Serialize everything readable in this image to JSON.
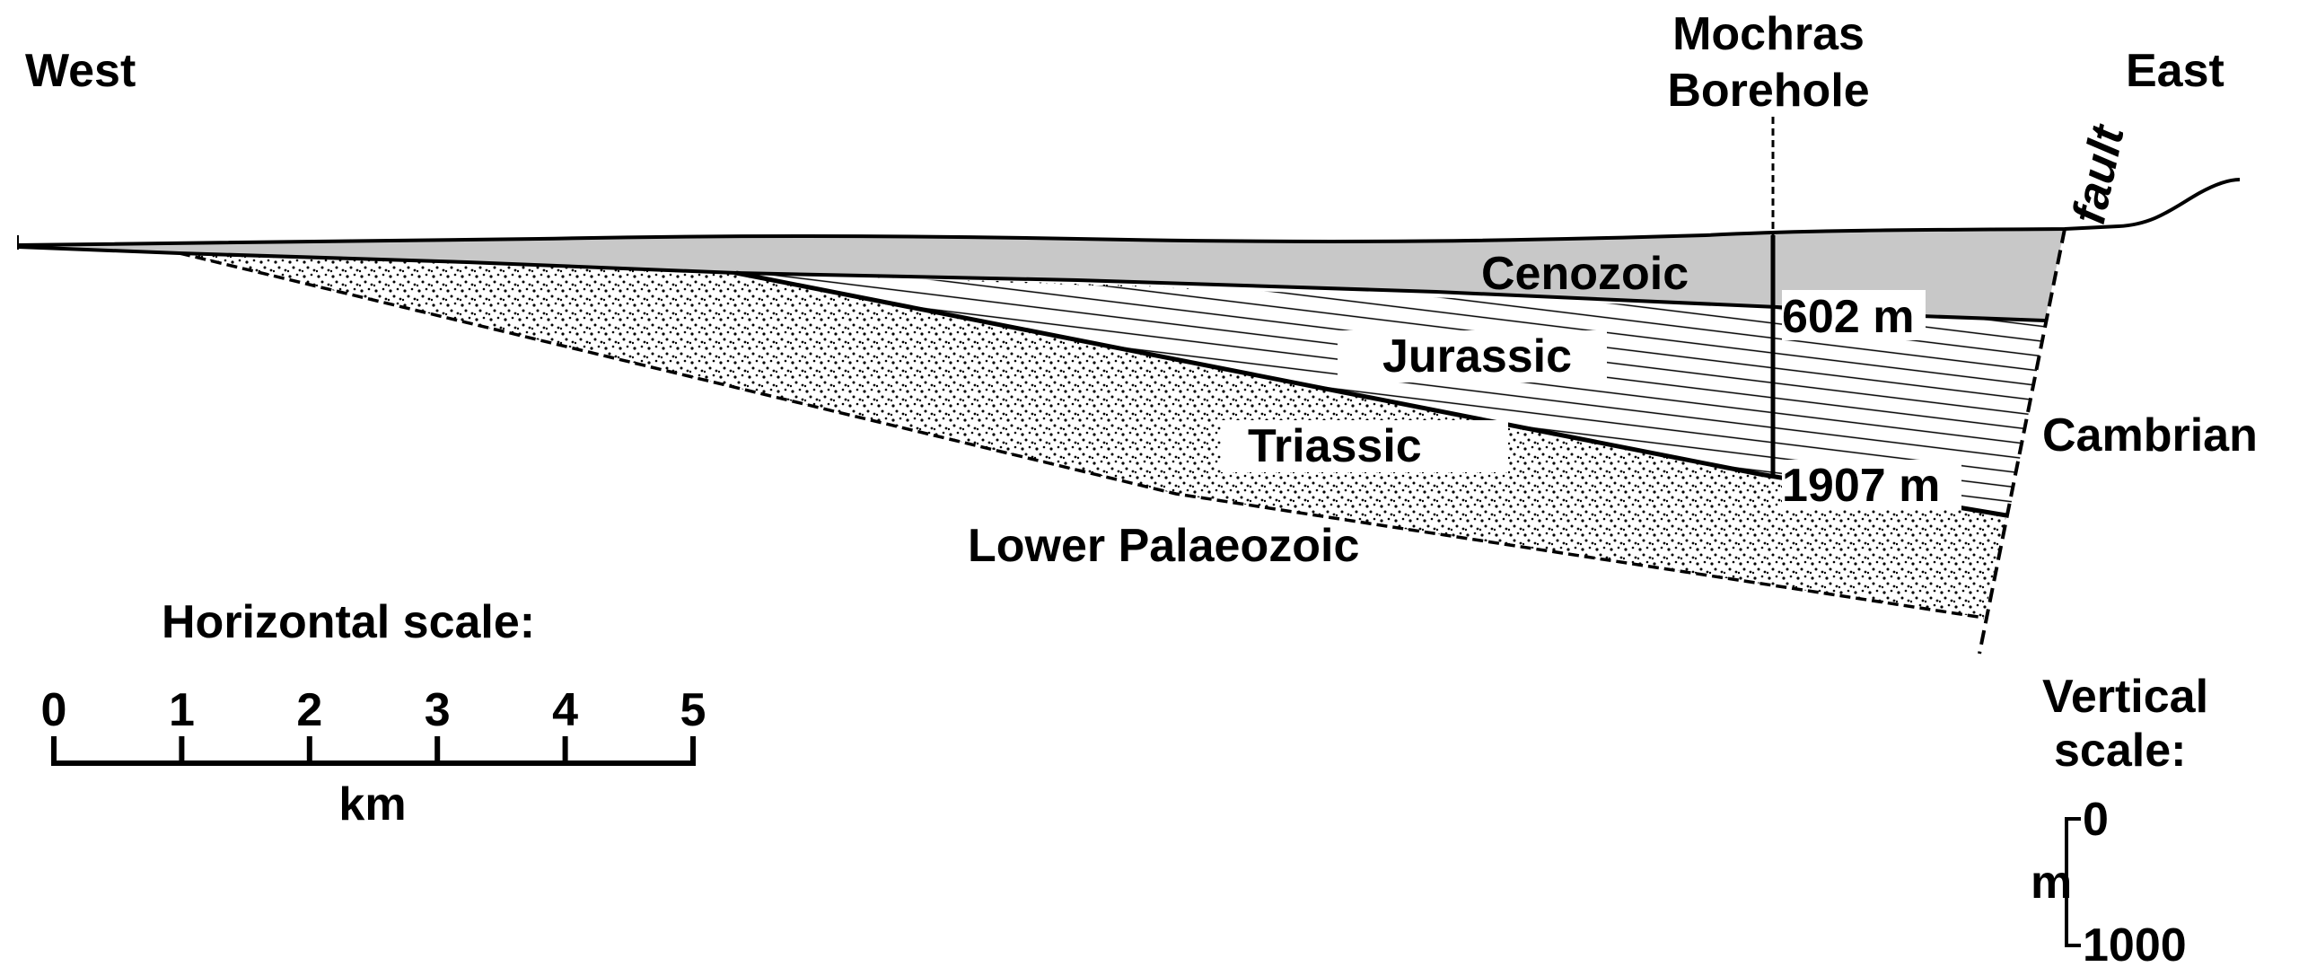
{
  "orientation": {
    "west": "West",
    "east": "East"
  },
  "borehole": {
    "line1": "Mochras",
    "line2": "Borehole",
    "depth_top": "602 m",
    "depth_bottom": "1907 m"
  },
  "fault_label": "fault",
  "units": {
    "cenozoic": "Cenozoic",
    "jurassic": "Jurassic",
    "triassic": "Triassic",
    "lower_palaeozoic": "Lower Palaeozoic",
    "cambrian": "Cambrian"
  },
  "horizontal_scale": {
    "title": "Horizontal scale:",
    "ticks": [
      "0",
      "1",
      "2",
      "3",
      "4",
      "5"
    ],
    "unit": "km"
  },
  "vertical_scale": {
    "title_line1": "Vertical",
    "title_line2": "scale:",
    "top": "0",
    "bottom": "1000",
    "unit": "m"
  },
  "colors": {
    "cenozoic_fill": "#c8c8c8",
    "ink": "#000000",
    "background": "#ffffff"
  }
}
